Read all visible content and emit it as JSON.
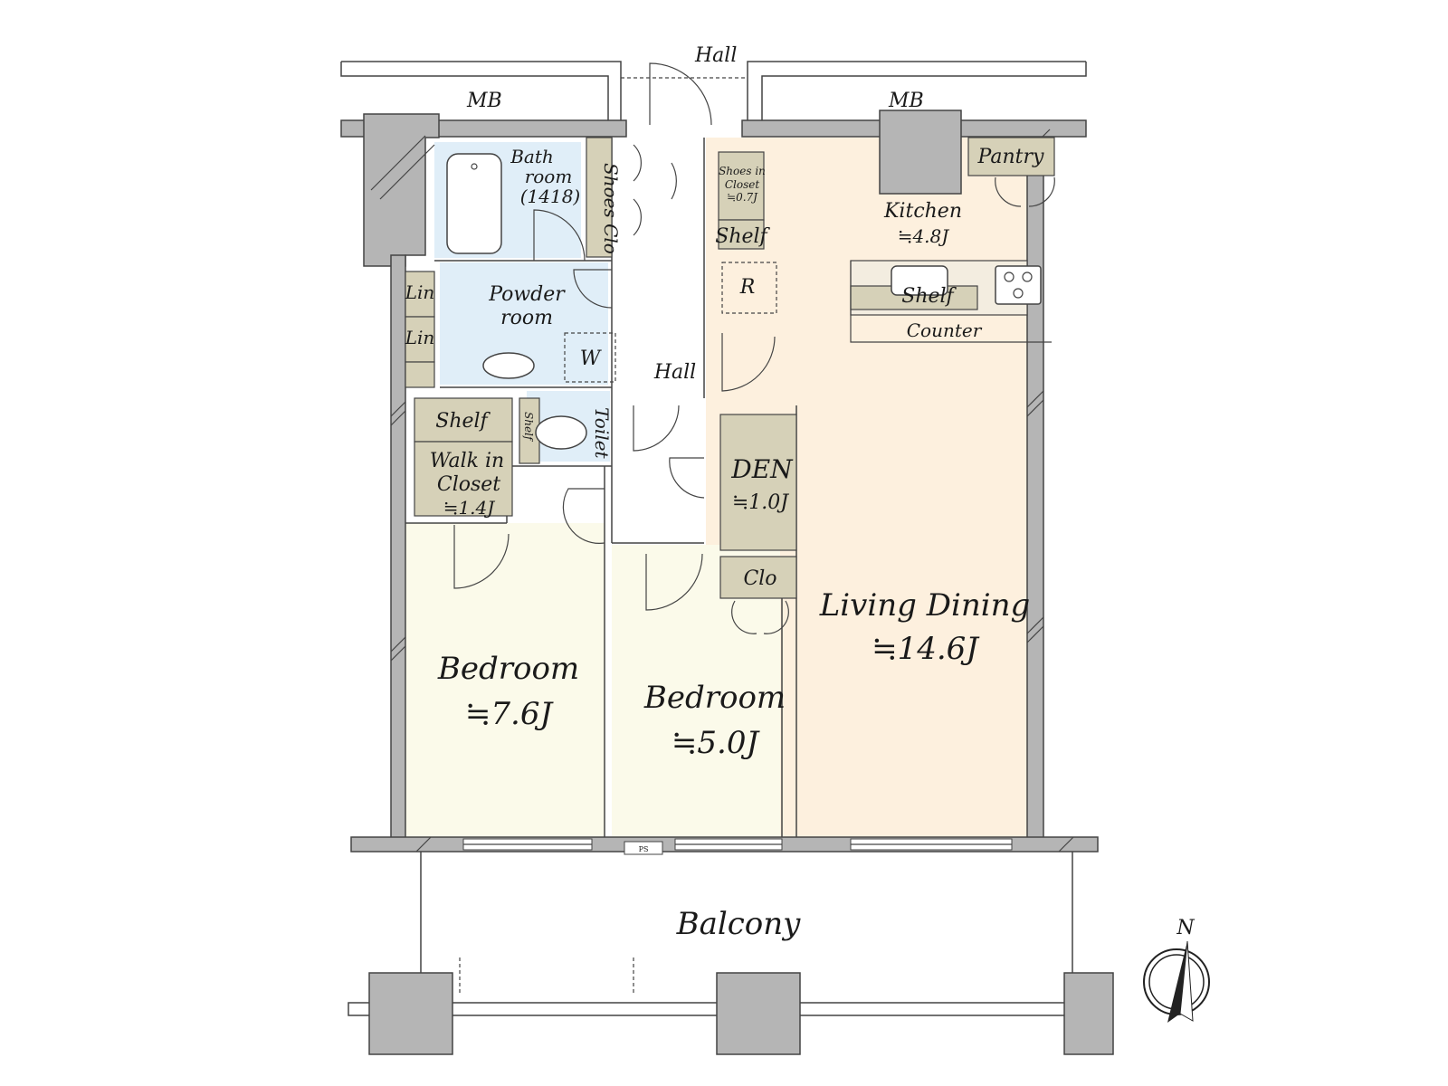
{
  "title": "",
  "colors": {
    "wall": "#b5b5b5",
    "closet": "#d6d1b8",
    "wet_area": "#e0eef8",
    "bedroom": "#fbfaea",
    "living": "#fdf0de"
  },
  "rooms": {
    "hall_top": "Hall",
    "mb_left": "MB",
    "mb_right": "MB",
    "bath": {
      "line1": "Bath",
      "line2": "room",
      "line3": "(1418)"
    },
    "shoes_clo": "Shoes Clo",
    "shoes_in_closet": {
      "line1": "Shoes in",
      "line2": "Closet",
      "line3": "≒0.7J"
    },
    "shelf_entry": "Shelf",
    "pantry": "Pantry",
    "kitchen": {
      "name": "Kitchen",
      "size": "≒4.8J"
    },
    "r": "R",
    "shelf_kitchen": "Shelf",
    "counter": "Counter",
    "lin1": "Lin",
    "lin2": "Lin",
    "powder": {
      "line1": "Powder",
      "line2": "room"
    },
    "w": "W",
    "hall_center": "Hall",
    "shelf_wic": "Shelf",
    "shelf_toilet": "Shelf",
    "toilet": "Toilet",
    "wic": {
      "line1": "Walk in",
      "line2": "Closet",
      "size": "≒1.4J"
    },
    "den": {
      "name": "DEN",
      "size": "≒1.0J"
    },
    "clo": "Clo",
    "living": {
      "name": "Living Dining",
      "size": "≒14.6J"
    },
    "bedroom1": {
      "name": "Bedroom",
      "size": "≒7.6J"
    },
    "bedroom2": {
      "name": "Bedroom",
      "size": "≒5.0J"
    },
    "ps": "PS",
    "balcony": "Balcony"
  },
  "compass": {
    "label": "N",
    "icon": "north-arrow-icon"
  }
}
